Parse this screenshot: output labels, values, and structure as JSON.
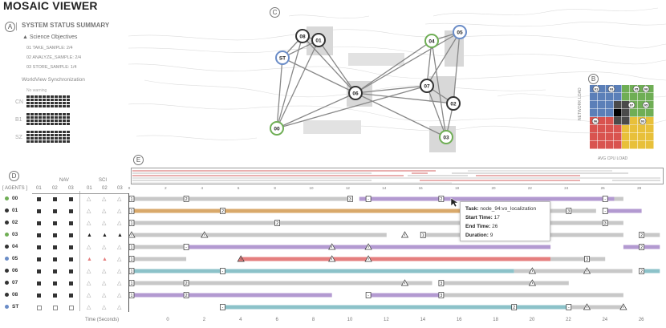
{
  "app": {
    "title": "MOSAIC VIEWER"
  },
  "panels": {
    "a": "A",
    "b": "B",
    "c": "C",
    "d": "D",
    "e": "E"
  },
  "summary": {
    "title": "SYSTEM STATUS SUMMARY",
    "science_heading": "▲ Science Objectives",
    "science_items": [
      "01 TAKE_SAMPLE: 2/4",
      "02 ANALYZE_SAMPLE: 2/4",
      "03 STORE_SAMPLE: 1/4"
    ],
    "sync_heading": "WorldView Synchronization",
    "sync_warning": "No warning",
    "sync_labels": [
      "CN",
      "B1",
      "SZ"
    ]
  },
  "graph": {
    "nodes": [
      {
        "id": "08",
        "color": "#333333"
      },
      {
        "id": "01",
        "color": "#333333"
      },
      {
        "id": "ST",
        "color": "#6a8cc7"
      },
      {
        "id": "04",
        "color": "#6fae55"
      },
      {
        "id": "05",
        "color": "#6a8cc7"
      },
      {
        "id": "06",
        "color": "#333333"
      },
      {
        "id": "07",
        "color": "#333333"
      },
      {
        "id": "02",
        "color": "#333333"
      },
      {
        "id": "00",
        "color": "#6fae55"
      },
      {
        "id": "03",
        "color": "#6fae55"
      }
    ]
  },
  "minimap": {
    "labels": [
      "01",
      "03",
      "05",
      "08",
      "07",
      "05",
      "06",
      "03"
    ],
    "xlabel": "AVG CPU LOAD",
    "ylabel": "NETWORK LOAD"
  },
  "agents_table": {
    "header_agents": "[ AGENTS ]",
    "header_nav": "NAV",
    "header_sci": "SCI",
    "sub_nav": [
      "01",
      "02",
      "03"
    ],
    "sub_sci": [
      "01",
      "02",
      "03"
    ],
    "rows": [
      {
        "id": "00",
        "dot": "#6fae55"
      },
      {
        "id": "01",
        "dot": "#333333"
      },
      {
        "id": "02",
        "dot": "#333333"
      },
      {
        "id": "03",
        "dot": "#6fae55"
      },
      {
        "id": "04",
        "dot": "#333333"
      },
      {
        "id": "05",
        "dot": "#6a8cc7"
      },
      {
        "id": "06",
        "dot": "#333333"
      },
      {
        "id": "07",
        "dot": "#333333"
      },
      {
        "id": "08",
        "dot": "#333333"
      },
      {
        "id": "ST",
        "dot": "#6a8cc7"
      }
    ]
  },
  "timeline": {
    "axis_label": "Time (Seconds)",
    "ticks": [
      "0",
      "2",
      "4",
      "6",
      "8",
      "10",
      "12",
      "14",
      "16",
      "18",
      "20",
      "22",
      "24",
      "26",
      "28"
    ],
    "colors": {
      "gray": "#c8c8c8",
      "orange": "#d9a96b",
      "purple": "#b39ad1",
      "red": "#e57f7f",
      "teal": "#8cc2c9"
    }
  },
  "tooltip": {
    "task_label": "Task:",
    "task_value": "node_94:vo_localization",
    "start_label": "Start Time:",
    "start_value": "17",
    "end_label": "End Time:",
    "end_value": "26",
    "duration_label": "Duration:",
    "duration_value": "9"
  }
}
